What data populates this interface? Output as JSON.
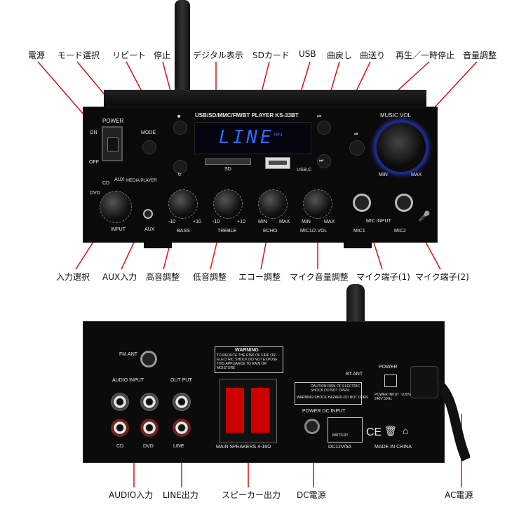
{
  "labels_top": [
    "電源",
    "モード選択",
    "リピート",
    "停止",
    "デジタル表示",
    "SDカード",
    "USB",
    "曲戻し",
    "曲送り",
    "再生／一時停止",
    "音量調整"
  ],
  "labels_bottom": [
    "入力選択",
    "AUX入力",
    "高音調整",
    "低音調整",
    "エコー調整",
    "マイク音量調整",
    "マイク端子(1)",
    "マイク端子(2)"
  ],
  "labels_rear": [
    "AUDIO入力",
    "LINE出力",
    "スピーカー出力",
    "DC電源",
    "AC電源"
  ],
  "front": {
    "model": "USB/SD/MMC/FM/BT PLAYER  KS-33BT",
    "display": "LINE",
    "display_small": "MP3",
    "power": "POWER",
    "on": "ON",
    "off": "OFF",
    "mode": "MODE",
    "sd": "SD",
    "usbc": "USB.C",
    "music_vol": "MUSIC VOL",
    "min": "MIN",
    "max": "MAX",
    "input": "INPUT",
    "cd": "CD",
    "aux": "AUX",
    "media_player": "MEDIA PLAYER",
    "dvd": "DVD",
    "aux_jack": "AUX",
    "bass": "BASS",
    "treble": "TREBLE",
    "echo": "ECHO",
    "mic_vol": "MIC1/2.VOL",
    "minus10": "-10",
    "plus10": "+10",
    "mic_input": "MIC INPUT",
    "mic1": "MIC1",
    "mic2": "MIC2"
  },
  "rear": {
    "fm_ant": "FM.ANT",
    "bt_ant": "BT.ANT",
    "audio_input": "AUDIO INPUT",
    "out_put": "OUT PUT",
    "cd": "CD",
    "dvd": "DVD",
    "line": "LINE",
    "warning": "WARNING",
    "warning_text": "TO REDUCE THE RISK OF FIRE OR ELECTRIC SHOCK DO NOT EXPOSE THIS APPLIANCE TO RAIN OR MOISTURE",
    "main_speakers": "MAIN SPEAKERS 4-16Ω",
    "power": "POWER",
    "power_input": "POWER INPUT ~220V-240V 50Hz",
    "caution": "CAUTION RISK OF ELECTRIC SHOCK DO NOT OPEN",
    "caution2": "WARNING:SHOCK HAZARD-DO NOT OPEN",
    "power_dc_input": "POWER DC INPUT",
    "battery": "BATTERY",
    "dc_spec": "DC12V/5A",
    "ce": "CE",
    "made_in": "MADE IN CHINA"
  }
}
